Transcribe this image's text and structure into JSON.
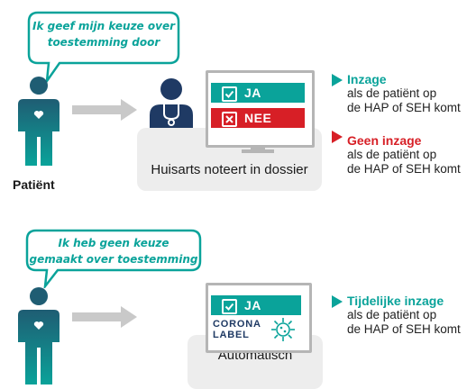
{
  "top": {
    "bubble_line1": "Ik geef mijn keuze over",
    "bubble_line2": "toestemming door",
    "patient_label": "Patiënt",
    "panel_label": "Huisarts noteert in dossier",
    "option_yes": "JA",
    "option_no": "NEE",
    "legend": [
      {
        "title": "Inzage",
        "line1": "als de patiënt op",
        "line2": "de HAP of SEH komt",
        "color": "#0aa39a"
      },
      {
        "title": "Geen inzage",
        "line1": "als de patiënt op",
        "line2": "de HAP of SEH komt",
        "color": "#d71f26"
      }
    ]
  },
  "bottom": {
    "bubble_line1": "Ik heb geen keuze",
    "bubble_line2": "gemaakt over toestemming",
    "panel_label": "Automatisch",
    "option_yes": "JA",
    "corona_line1": "CORONA",
    "corona_line2": "LABEL",
    "legend": [
      {
        "title": "Tijdelijke inzage",
        "line1": "als de patiënt op",
        "line2": "de HAP of SEH komt",
        "color": "#0aa39a"
      }
    ]
  },
  "colors": {
    "teal": "#0aa39a",
    "red": "#d71f26",
    "navy": "#1f3a64",
    "grey_panel": "#ededed"
  }
}
